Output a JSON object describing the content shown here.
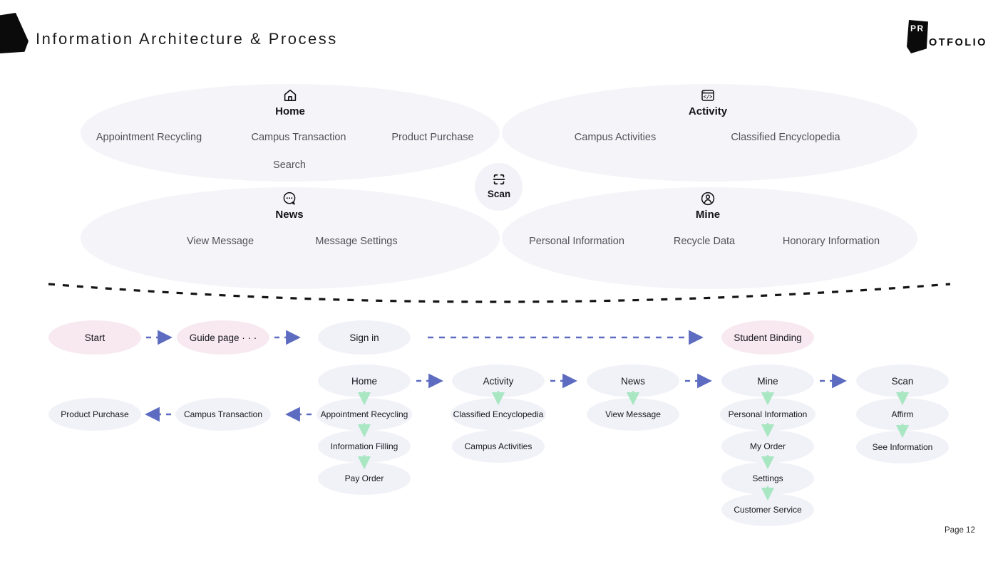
{
  "header": {
    "title": "Information Architecture & Process",
    "logo_pr": "PR",
    "logo_rest": "OTFOLIO"
  },
  "ia_map": {
    "sections": [
      {
        "label": "Home",
        "icon": "home-icon",
        "items": [
          "Appointment Recycling",
          "Campus Transaction",
          "Product Purchase",
          "Search"
        ]
      },
      {
        "label": "Activity",
        "icon": "activity-icon",
        "items": [
          "Campus Activities",
          "Classified Encyclopedia"
        ]
      },
      {
        "label": "News",
        "icon": "news-icon",
        "items": [
          "View Message",
          "Message Settings"
        ]
      },
      {
        "label": "Mine",
        "icon": "mine-icon",
        "items": [
          "Personal Information",
          "Recycle Data",
          "Honorary Information"
        ]
      }
    ],
    "center": {
      "label": "Scan",
      "icon": "scan-icon"
    }
  },
  "flow": {
    "nodes": [
      {
        "label": "Start",
        "type": "pink"
      },
      {
        "label": "Guide page · · ·",
        "type": "pink"
      },
      {
        "label": "Sign in",
        "type": "lavender"
      },
      {
        "label": "Student Binding",
        "type": "pink"
      },
      {
        "label": "Home",
        "type": "lavender"
      },
      {
        "label": "Activity",
        "type": "lavender"
      },
      {
        "label": "News",
        "type": "lavender"
      },
      {
        "label": "Mine",
        "type": "lavender"
      },
      {
        "label": "Scan",
        "type": "lavender"
      },
      {
        "label": "Product Purchase",
        "type": "lavender"
      },
      {
        "label": "Campus Transaction",
        "type": "lavender"
      },
      {
        "label": "Appointment Recycling",
        "type": "lavender"
      },
      {
        "label": "Classified Encyclopedia",
        "type": "lavender"
      },
      {
        "label": "View Message",
        "type": "lavender"
      },
      {
        "label": "Personal Information",
        "type": "lavender"
      },
      {
        "label": "Affirm",
        "type": "lavender"
      },
      {
        "label": "Information Filling",
        "type": "lavender"
      },
      {
        "label": "Campus Activities",
        "type": "lavender"
      },
      {
        "label": "My Order",
        "type": "lavender"
      },
      {
        "label": "See Information",
        "type": "lavender"
      },
      {
        "label": "Pay Order",
        "type": "lavender"
      },
      {
        "label": "Settings",
        "type": "lavender"
      },
      {
        "label": "Customer Service",
        "type": "lavender"
      }
    ]
  },
  "footer": {
    "page": "Page 12"
  },
  "colors": {
    "accent_blue": "#5d6cc0",
    "accent_green": "#a9e7c3",
    "pink_node": "#f7e9ef",
    "lavender_node": "#f1f1f8",
    "section_ellipse": "#f4f4f9",
    "divider": "#151515"
  }
}
